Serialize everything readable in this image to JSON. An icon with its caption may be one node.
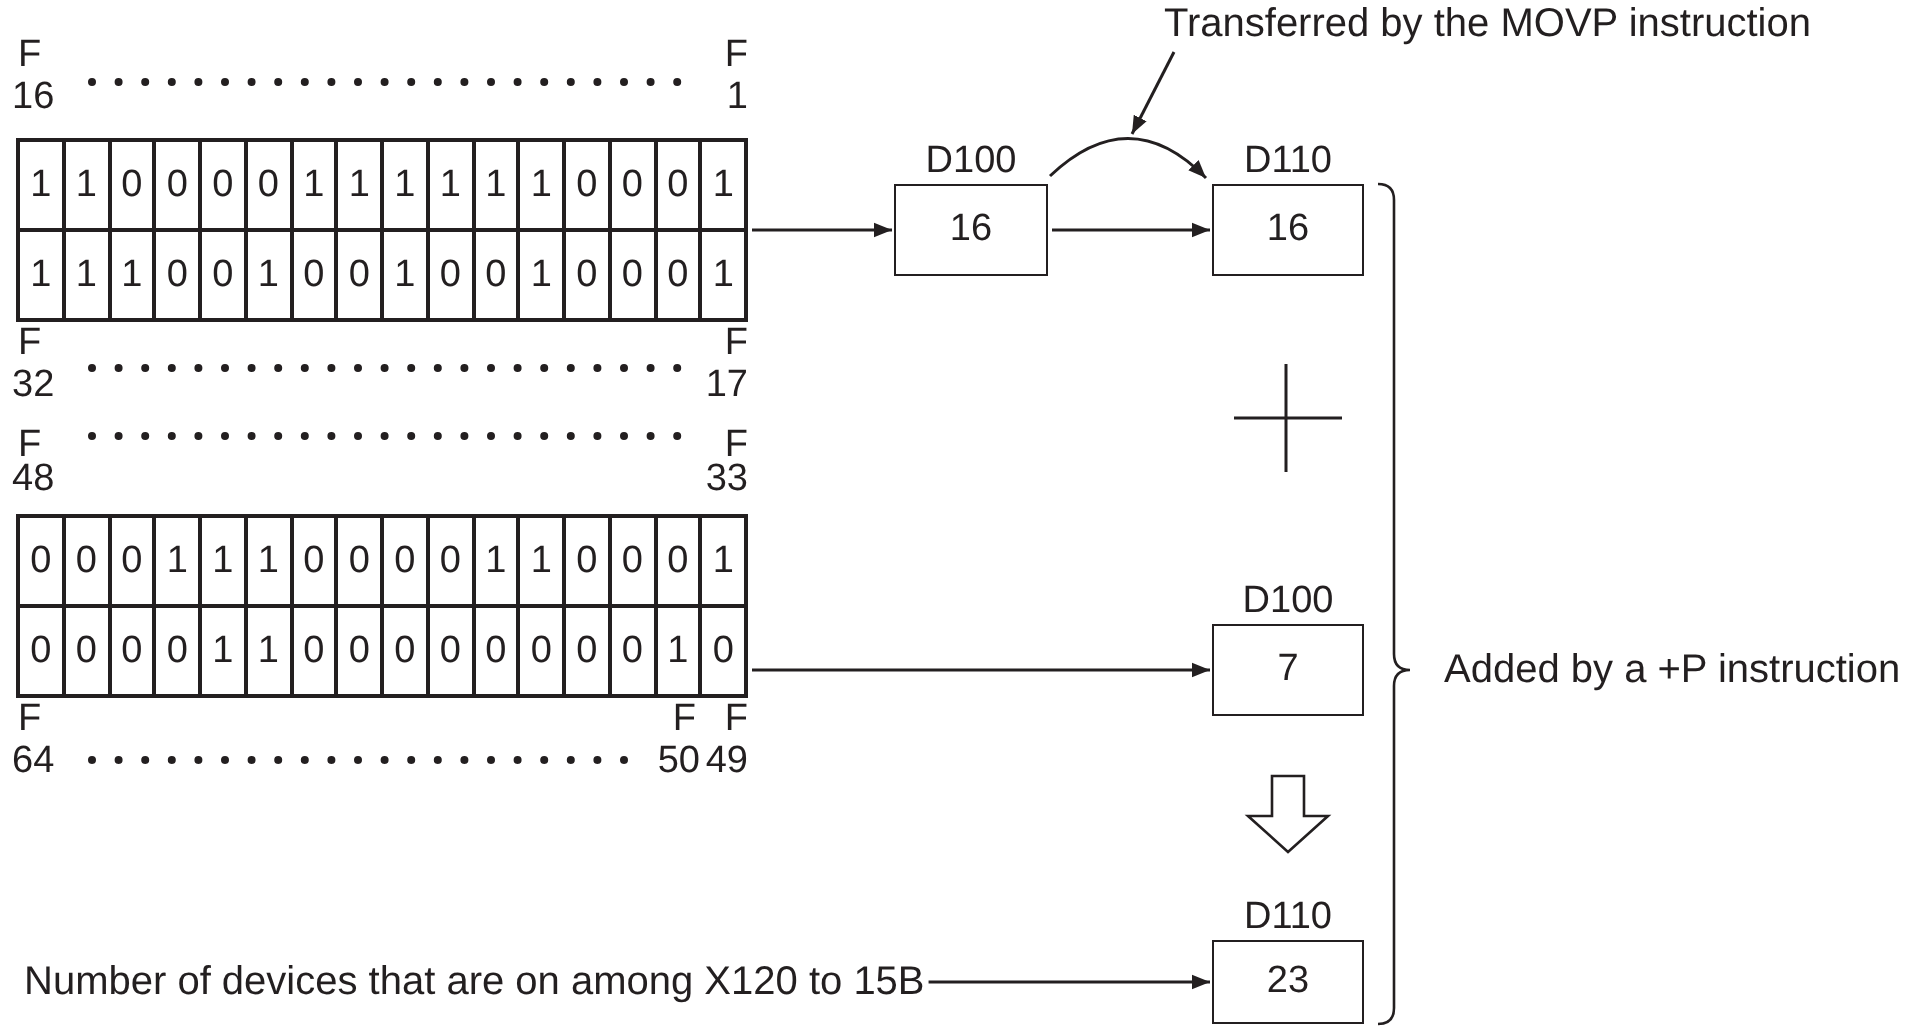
{
  "diagram": {
    "nodes": [
      {
        "text": [],
        "shape": "box"
      },
      {
        "text": [
          "D100",
          "16"
        ]
      },
      {
        "text": [
          "D110",
          "16"
        ]
      },
      {
        "text": [],
        "shape": "box"
      },
      {
        "text": [
          "D100",
          "7"
        ]
      },
      {
        "text": [
          "D110",
          "23"
        ]
      },
      {
        "text": [
          "Number of devices that are on among X120 to 15B"
        ]
      },
      {
        "text": [
          "Transferred by the MOVP instruction"
        ]
      }
    ],
    "edges": [
      {
        "from": 0,
        "to": 1,
        "arrow": "to"
      },
      {
        "from": 1,
        "to": 2,
        "arrow": "to"
      },
      {
        "from": 1,
        "to": 2,
        "arrow": "to"
      },
      {
        "from": 7,
        "to": null,
        "arrow": "to"
      },
      {
        "from": 3,
        "to": 4,
        "arrow": "to"
      },
      {
        "from": 4,
        "to": 5,
        "arrow": "to",
        "style": "thick"
      },
      {
        "from": 6,
        "to": 5,
        "arrow": "to"
      }
    ],
    "labels": [
      "F",
      "F",
      "16",
      "1",
      "1",
      "1",
      "0",
      "0",
      "0",
      "0",
      "1",
      "1",
      "1",
      "1",
      "1",
      "1",
      "0",
      "0",
      "0",
      "1",
      "1",
      "1",
      "1",
      "0",
      "0",
      "1",
      "0",
      "0",
      "1",
      "0",
      "0",
      "1",
      "0",
      "0",
      "0",
      "1",
      "F",
      "F",
      "32",
      "17",
      "F",
      "F",
      "48",
      "33",
      "0",
      "0",
      "0",
      "1",
      "1",
      "1",
      "0",
      "0",
      "0",
      "0",
      "1",
      "1",
      "0",
      "0",
      "0",
      "1",
      "0",
      "0",
      "0",
      "0",
      "1",
      "1",
      "0",
      "0",
      "0",
      "0",
      "0",
      "0",
      "0",
      "0",
      "1",
      "0",
      "F",
      "F",
      "F",
      "64",
      "50",
      "49",
      "Added by a +P instruction"
    ]
  }
}
